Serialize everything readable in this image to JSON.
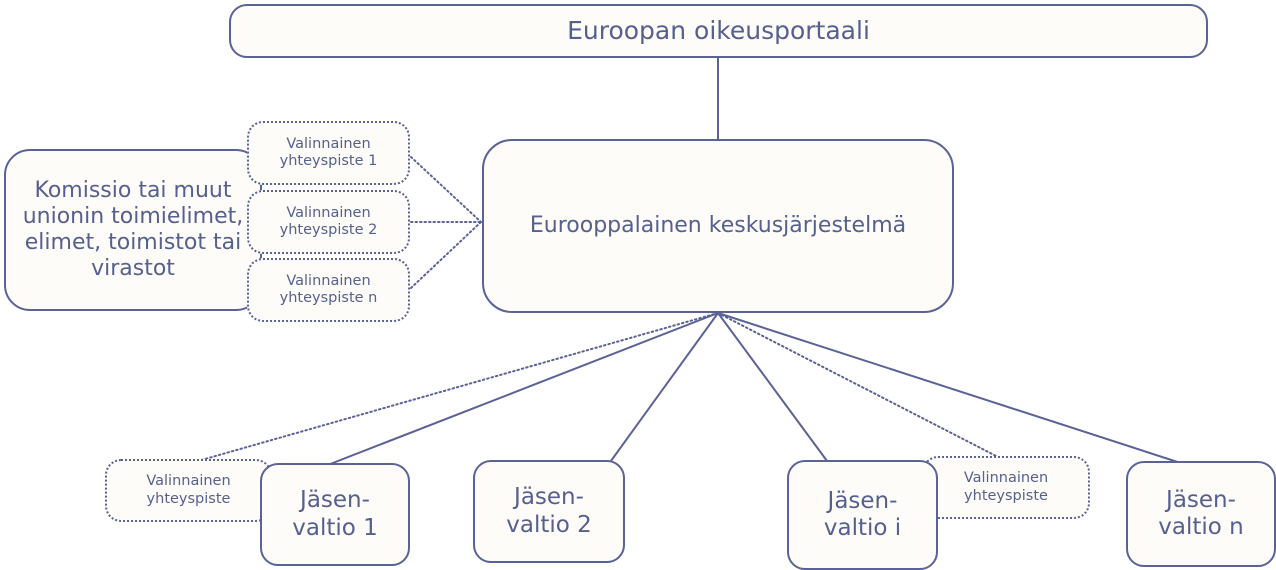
{
  "diagram": {
    "title": "Eurooppalainen keskusjärjestelmä",
    "colors": {
      "border": "#5a6296",
      "text": "#56608f",
      "fill": "#fdfcf8",
      "background": "#ffffff"
    }
  },
  "nodes": {
    "portal": {
      "label": "Euroopan oikeusportaali"
    },
    "commission": {
      "label": "Komissio tai muut unionin toimielimet, elimet, toimistot tai virastot"
    },
    "central": {
      "label": "Eurooppalainen keskusjärjestelmä"
    },
    "contact_points": [
      {
        "label": "Valinnainen yhteyspiste 1"
      },
      {
        "label": "Valinnainen yhteyspiste 2"
      },
      {
        "label": "Valinnainen yhteyspiste n"
      }
    ],
    "member_states": [
      {
        "label": "Jäsen-\nvaltio 1"
      },
      {
        "label": "Jäsen-\nvaltio 2"
      },
      {
        "label": "Jäsen-\nvaltio i"
      },
      {
        "label": "Jäsen-\nvaltio n"
      }
    ],
    "member_state_contact_points": [
      {
        "label": "Valinnainen yhteyspiste"
      },
      {
        "label": "Valinnainen yhteyspiste"
      }
    ]
  }
}
